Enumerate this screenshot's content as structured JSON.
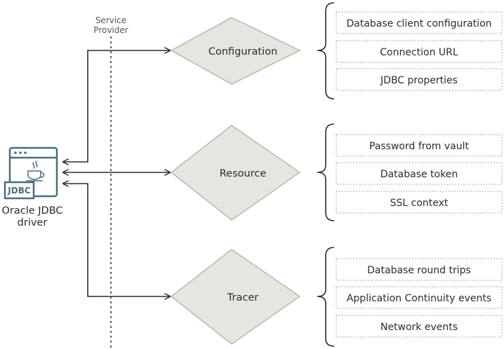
{
  "service_provider": {
    "line1": "Service",
    "line2": "Provider"
  },
  "driver": {
    "badge": "JDBC",
    "line1": "Oracle JDBC",
    "line2": "driver"
  },
  "groups": [
    {
      "label": "Configuration",
      "items": [
        "Database client configuration",
        "Connection URL",
        "JDBC properties"
      ]
    },
    {
      "label": "Resource",
      "items": [
        "Password from vault",
        "Database token",
        "SSL context"
      ]
    },
    {
      "label": "Tracer",
      "items": [
        "Database round trips",
        "Application Continuity events",
        "Network events"
      ]
    }
  ],
  "colors": {
    "diamond_fill": "#e7e5e0",
    "diamond_stroke": "#b9b6ae",
    "icon": "#4a6e78",
    "line": "#2b2b2b"
  }
}
